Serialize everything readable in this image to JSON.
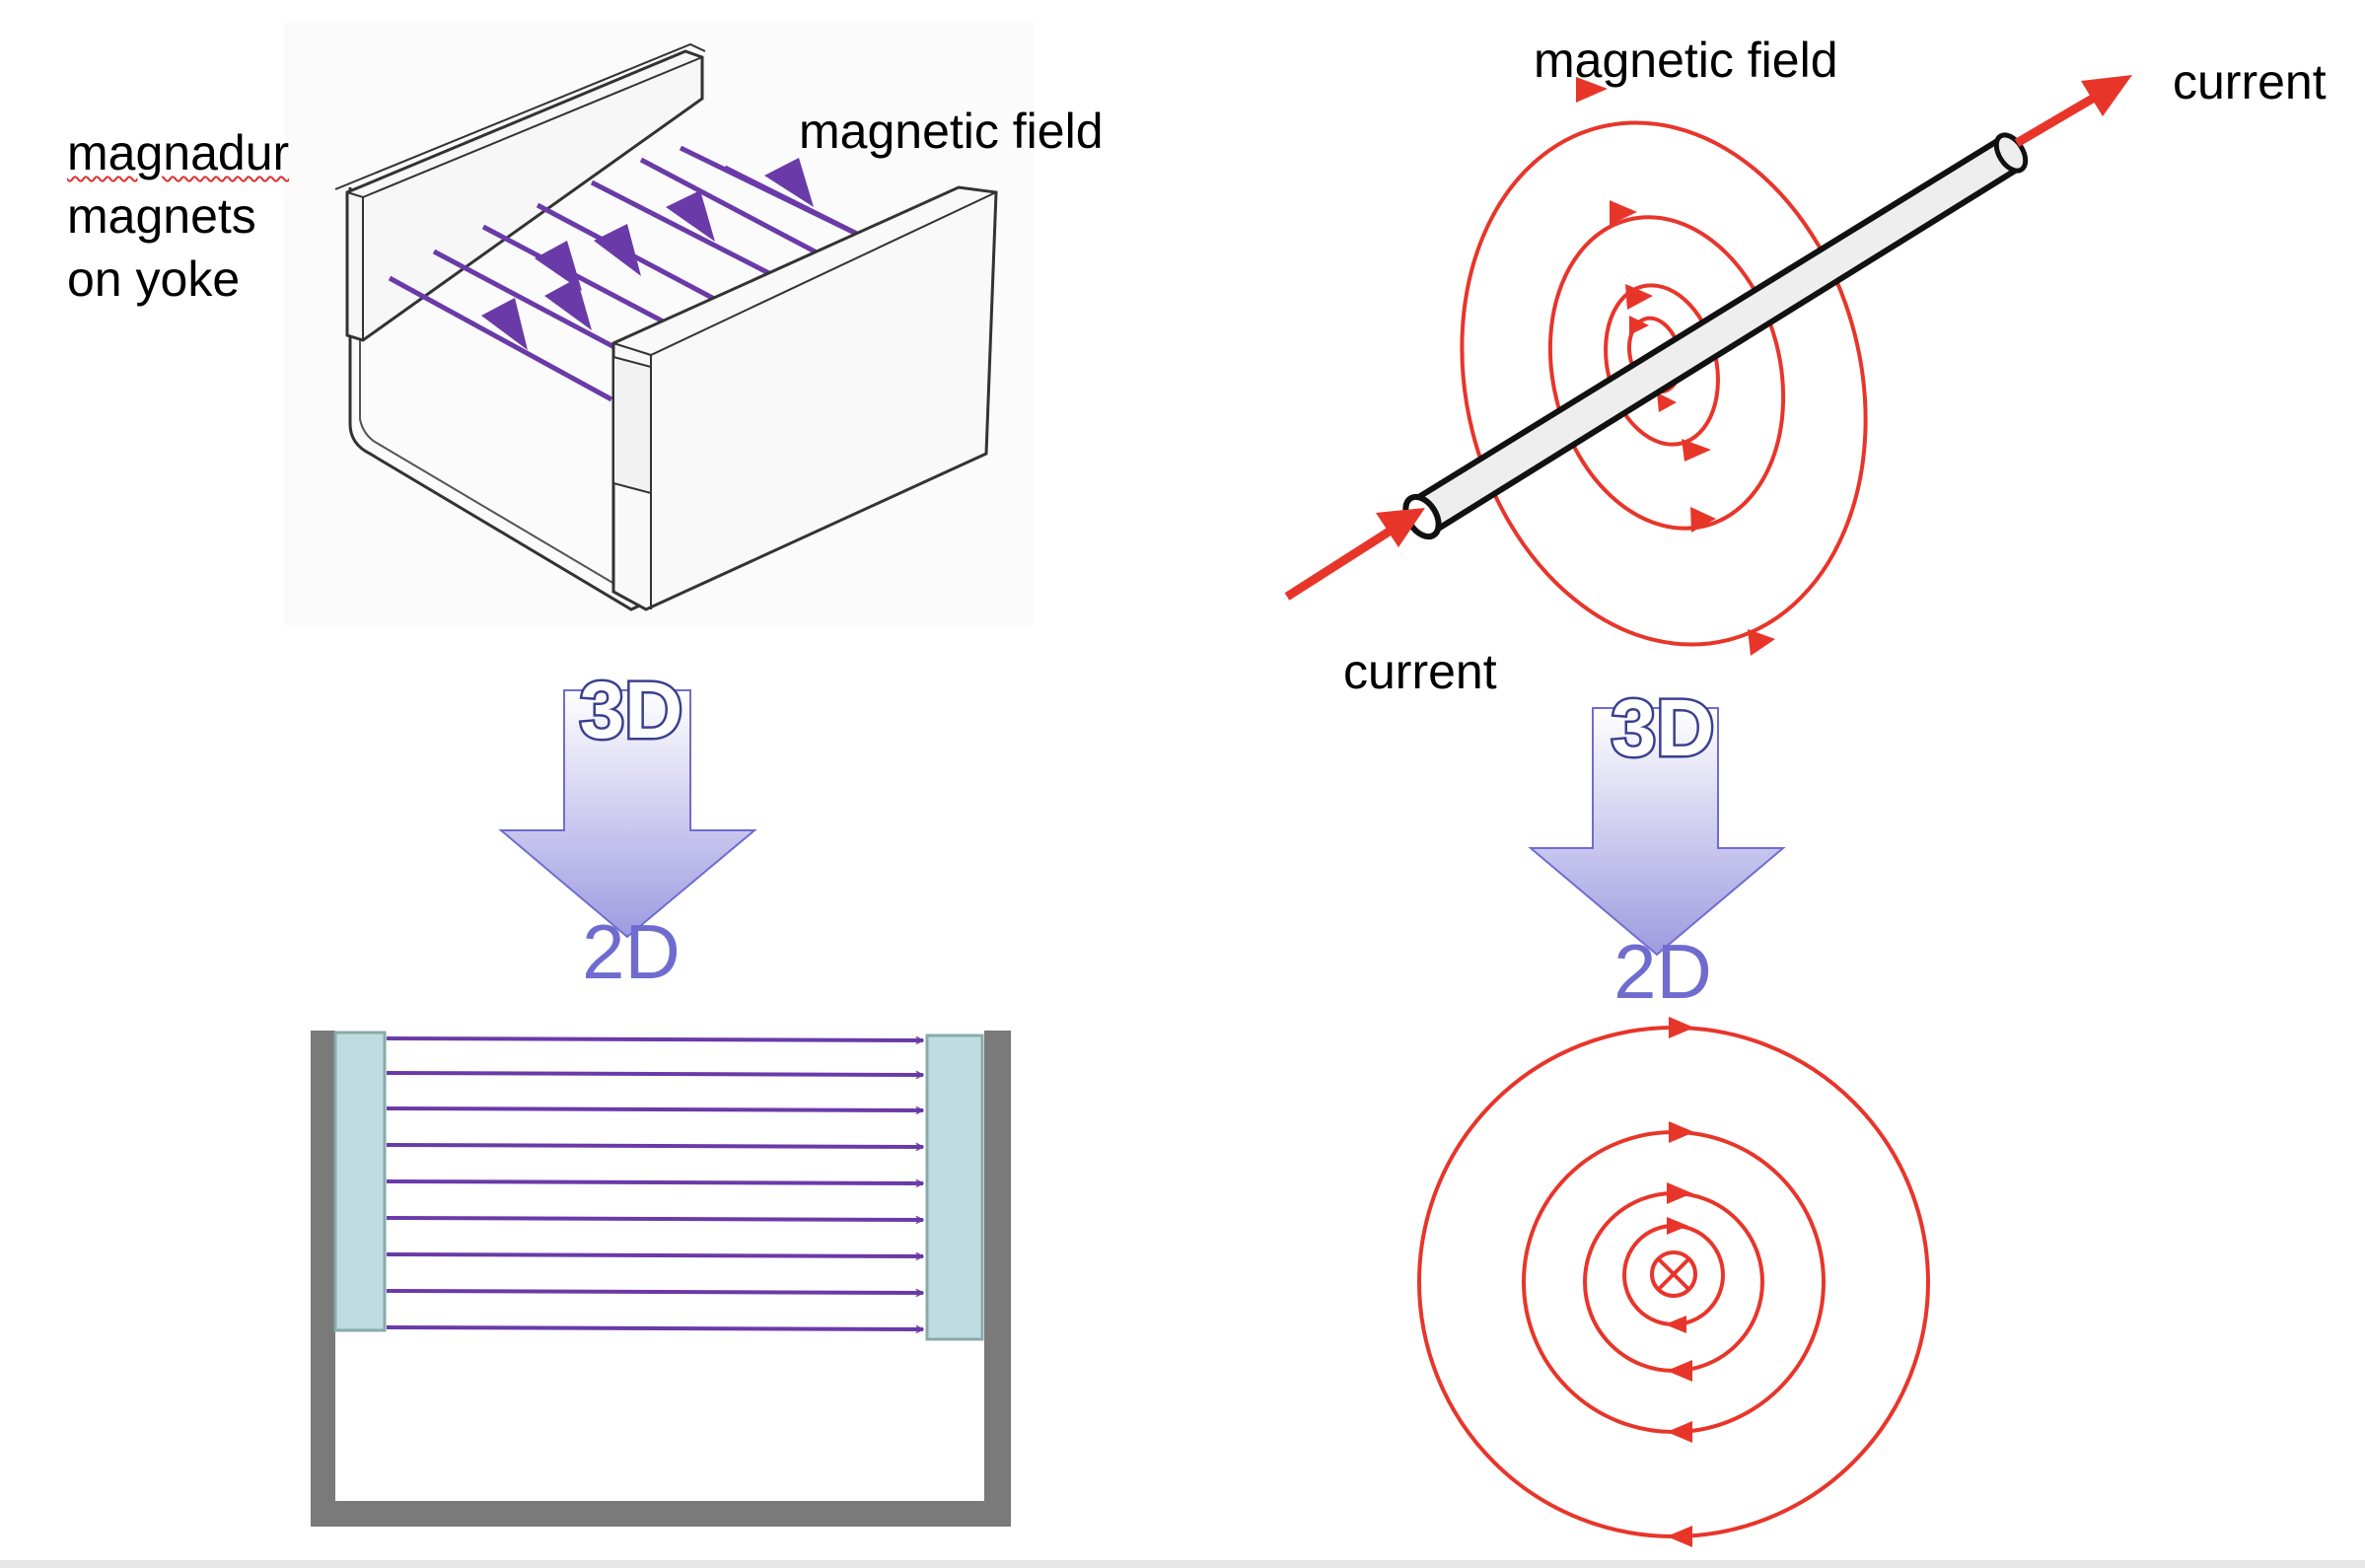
{
  "labels": {
    "magnadur_line1": "magnadur",
    "magnadur_line2": "magnets",
    "magnadur_line3": "on yoke",
    "magnetic_field_left": "magnetic field",
    "magnetic_field_right": "magnetic field",
    "current_top": "current",
    "current_bottom": "current"
  },
  "conversions": [
    {
      "from": "3D",
      "to": "2D"
    },
    {
      "from": "3D",
      "to": "2D"
    }
  ],
  "colors": {
    "field_purple": "#6a3aa8",
    "field_red": "#e8352a",
    "yoke_gray": "#7a7a7a",
    "magnet_face": "#bfdde0",
    "arrow_text": "#6f6cd0"
  },
  "icons": {
    "into_page": "cross-in-circle-icon"
  }
}
